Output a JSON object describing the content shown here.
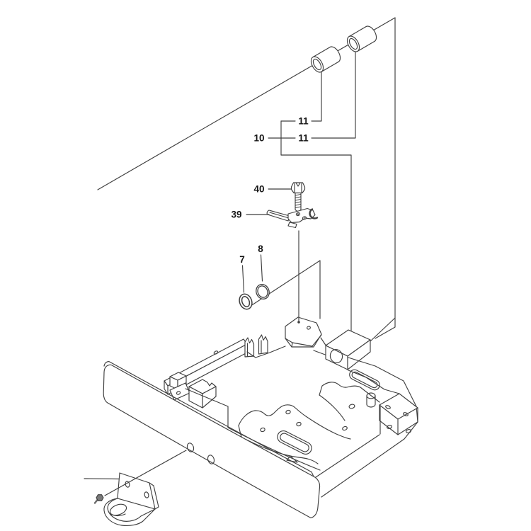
{
  "diagram": {
    "type": "exploded-parts-diagram",
    "colors": {
      "line": "#3f3f3f",
      "label": "#141414",
      "paper": "#ffffff",
      "metal_dot": "#8a8a8a"
    },
    "callouts": {
      "upper_bushing": "11",
      "assembly": "10",
      "lower_bushing": "11",
      "bolt": "40",
      "clamp": "39",
      "oring_left": "7",
      "oring_right": "8"
    }
  }
}
